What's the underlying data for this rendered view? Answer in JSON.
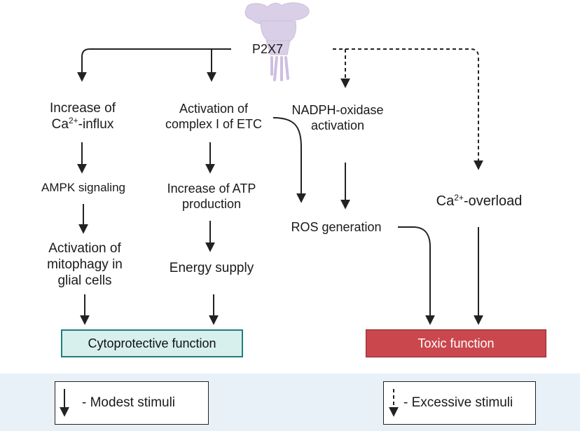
{
  "receptor": {
    "label": "P2X7",
    "icon": "p2x7-receptor-icon"
  },
  "nodes": {
    "calcium_influx": {
      "line1": "Increase of",
      "line2_pre": "Ca",
      "line2_sup": "2+",
      "line2_post": "-influx"
    },
    "ampk": "AMPK signaling",
    "mitophagy": {
      "line1": "Activation of",
      "line2": "mitophagy in",
      "line3": "glial cells"
    },
    "complex1": {
      "line1": "Activation of",
      "line2": "complex I of ETC"
    },
    "atp": {
      "line1": "Increase of ATP",
      "line2": "production"
    },
    "energy": "Energy supply",
    "nadph": {
      "line1": "NADPH-oxidase",
      "line2": "activation"
    },
    "ros": "ROS generation",
    "ca_overload": {
      "pre": "Ca",
      "sup": "2+",
      "post": "-overload"
    }
  },
  "outcomes": {
    "cytoprotective": "Cytoprotective function",
    "toxic": "Toxic function"
  },
  "legend": {
    "modest": "-   Modest stimuli",
    "excessive": "- Excessive stimuli"
  },
  "colors": {
    "line": "#222222",
    "receptor": "#d9cfe6",
    "protect_fill": "#d7f0ee",
    "protect_border": "#1f7f7a",
    "toxic_fill": "#c9474d",
    "legend_band": "#e8f0f8"
  }
}
